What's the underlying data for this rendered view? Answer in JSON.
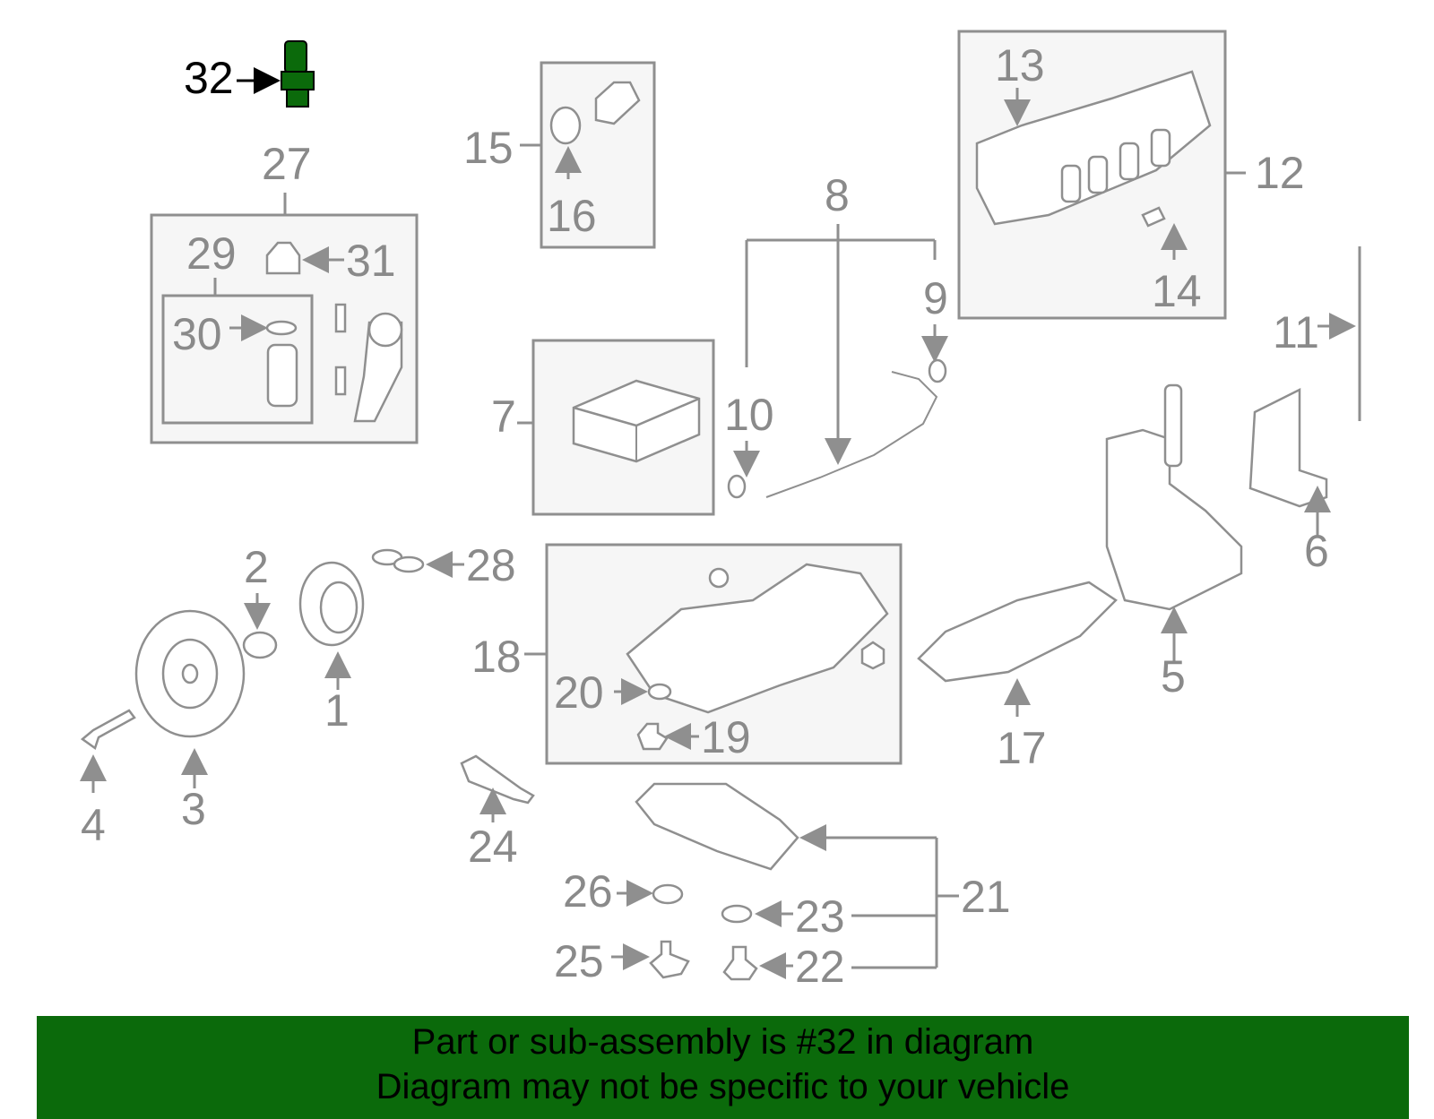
{
  "diagram": {
    "highlight_color": "#0b6a0b",
    "callouts": [
      "1",
      "2",
      "3",
      "4",
      "5",
      "6",
      "7",
      "8",
      "9",
      "10",
      "11",
      "12",
      "13",
      "14",
      "15",
      "16",
      "17",
      "18",
      "19",
      "20",
      "21",
      "22",
      "23",
      "24",
      "25",
      "26",
      "27",
      "28",
      "29",
      "30",
      "31",
      "32"
    ],
    "highlighted_part": "32"
  },
  "banner": {
    "line1": "Part or sub-assembly is #32 in diagram",
    "line2": "Diagram may not be specific to your vehicle",
    "color": "#0b6a0b"
  }
}
